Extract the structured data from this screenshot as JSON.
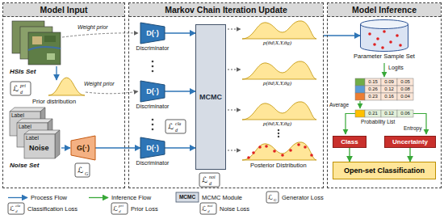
{
  "diagram": {
    "nodes": [
      {
        "text": [
          "Model Input"
        ]
      },
      {
        "text": [
          "Markov Chain Iteration Update"
        ]
      },
      {
        "text": [
          "Model Inference"
        ]
      },
      {
        "text": [
          "G(·)"
        ],
        "in": 0
      },
      {
        "text": [
          "D(·)",
          "Discriminator"
        ],
        "in": 1
      },
      {
        "text": [
          "D(·)",
          "Discriminator"
        ],
        "in": 1
      },
      {
        "text": [
          "D(·)",
          "Discriminator"
        ],
        "in": 1
      },
      {
        "text": [
          "MCMC"
        ],
        "in": 1
      },
      {
        "text": [
          "Parameter Sample Set"
        ],
        "in": 2
      },
      {
        "text": [
          "Class"
        ],
        "in": 2
      },
      {
        "text": [
          "Uncertainty"
        ],
        "in": 2
      },
      {
        "text": [
          "Open-set Classification"
        ],
        "in": 2
      }
    ],
    "edges": [
      {
        "from": 3,
        "to": 6,
        "arrow": "to"
      },
      {
        "from": 4,
        "to": 7,
        "arrow": "to"
      },
      {
        "from": 5,
        "to": 7,
        "arrow": "to"
      },
      {
        "from": 6,
        "to": 7,
        "arrow": "to"
      },
      {
        "from": 1,
        "to": 8,
        "arrow": "to"
      },
      {
        "from": 9,
        "to": 11,
        "arrow": "to"
      },
      {
        "from": 10,
        "to": 11,
        "arrow": "to"
      }
    ],
    "labels": [
      "Weight prior",
      "Weight prior",
      "Prior distribution",
      "HSIs Set",
      "Label",
      "Label",
      "Label",
      "Noise",
      "Noise Set",
      "ℒ",
      "d",
      "pri",
      "ℒ",
      "G",
      "ℒ",
      "d",
      "cla",
      "ℒ",
      "d",
      "noi",
      "p(θd|X,Y,θg)",
      "p(θd|X,Y,θg)",
      "p(θd|X,Y,θg)",
      "Posterior Distribution",
      "Logits",
      "0.15",
      "0.09",
      "0.05",
      "0.26",
      "0.12",
      "0.08",
      "0.23",
      "0.16",
      "0.04",
      "Average",
      "0.21",
      "0.12",
      "0.06",
      "Probability List",
      "Entropy",
      "MCMC",
      "ℒ",
      "G",
      "ℒ",
      "d",
      "cla",
      "ℒ",
      "d",
      "pri",
      "ℒ",
      "d",
      "noi"
    ],
    "legend": [
      {
        "text": "Process Flow"
      },
      {
        "text": "Inference Flow"
      },
      {
        "text": "MCMC Module"
      },
      {
        "text": "Generator Loss"
      },
      {
        "text": "Classification Loss"
      },
      {
        "text": "Prior Loss"
      },
      {
        "text": "Noise Loss"
      }
    ]
  }
}
